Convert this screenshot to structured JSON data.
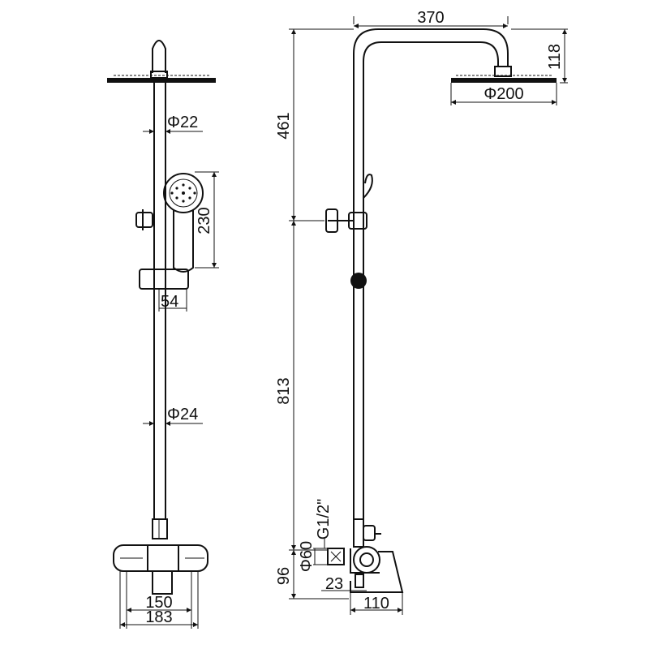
{
  "dimensions": {
    "width_top": "370",
    "head_height": "118",
    "head_diameter": "Φ200",
    "upper_length": "461",
    "lower_length": "813",
    "pipe_upper_diameter": "Φ22",
    "pipe_lower_diameter": "Φ24",
    "handshower_length": "230",
    "slider_width": "54",
    "inlet_height": "96",
    "escutcheon_diameter": "Φ60",
    "thread": "G1/2\"",
    "inlet_depth": "23",
    "spout_length": "110",
    "valve_width_inner": "150",
    "valve_width_outer": "183"
  },
  "colors": {
    "line": "#111111",
    "background": "#ffffff"
  }
}
